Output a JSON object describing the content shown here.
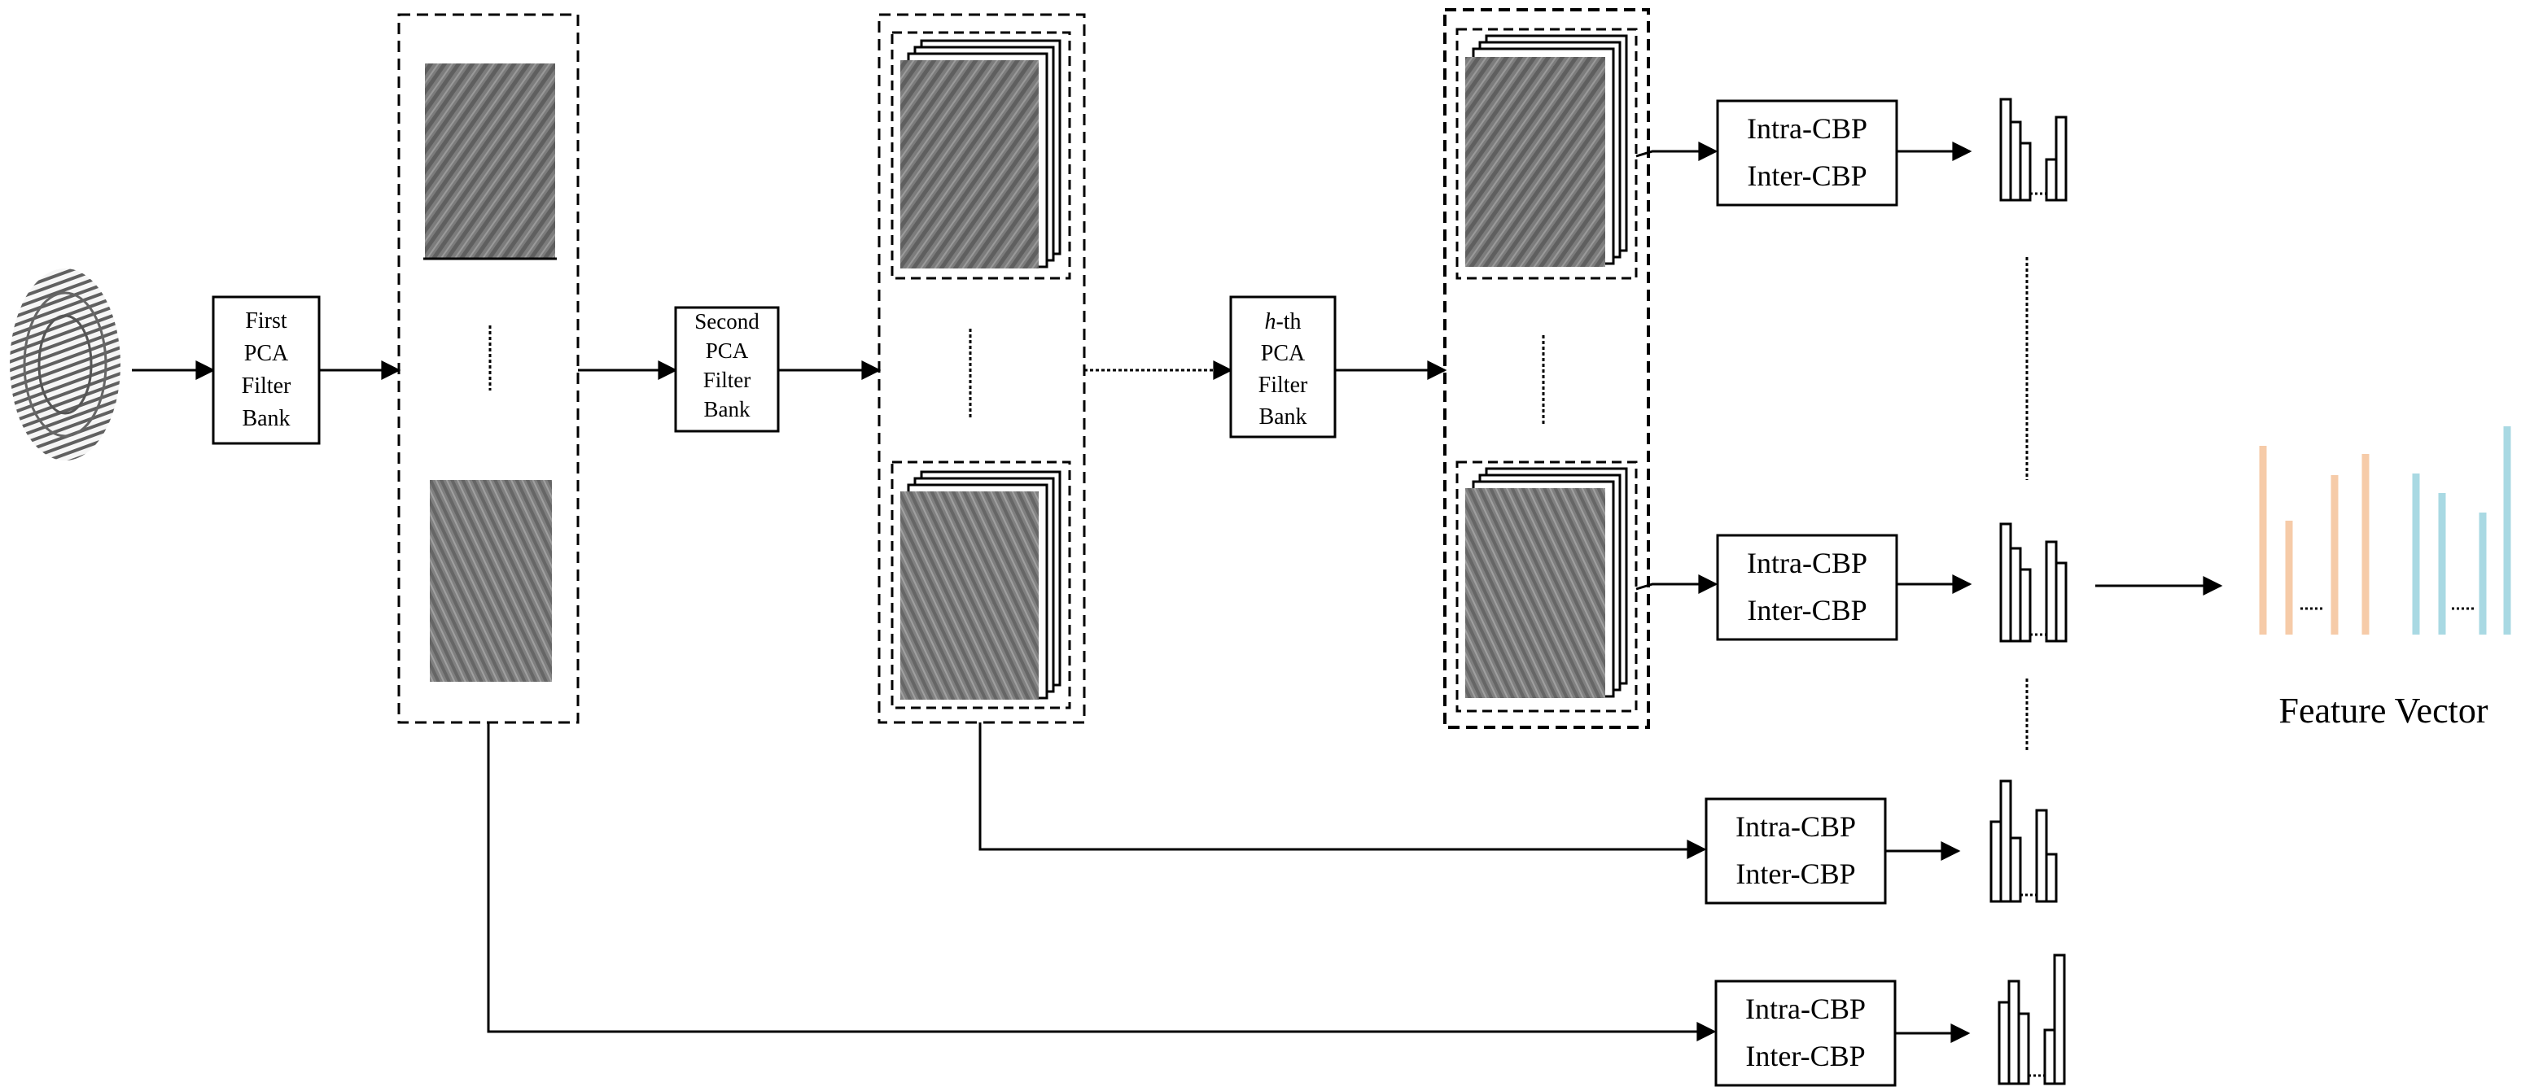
{
  "filter_banks": [
    {
      "lines": [
        "First",
        "PCA",
        "Filter",
        "Bank"
      ]
    },
    {
      "lines": [
        "Second",
        "PCA",
        "Filter",
        "Bank"
      ]
    },
    {
      "lines": [
        "-th",
        "PCA",
        "Filter",
        "Bank"
      ],
      "italic_prefix": "h"
    }
  ],
  "cbp_boxes": [
    {
      "line1": "Intra-CBP",
      "line2": "Inter-CBP"
    },
    {
      "line1": "Intra-CBP",
      "line2": "Inter-CBP"
    },
    {
      "line1": "Intra-CBP",
      "line2": "Inter-CBP"
    },
    {
      "line1": "Intra-CBP",
      "line2": "Inter-CBP"
    }
  ],
  "feature_vector_label": "Feature Vector",
  "colors": {
    "line": "#000000",
    "feature_orange": "#f6cba8",
    "feature_blue": "#a9d9e3",
    "fingerprint_gray": "#7a7a7a"
  },
  "icons": [
    "fingerprint-input-icon",
    "fingerprint-map-icon",
    "histogram-icon",
    "feature-vector-bars-icon"
  ]
}
